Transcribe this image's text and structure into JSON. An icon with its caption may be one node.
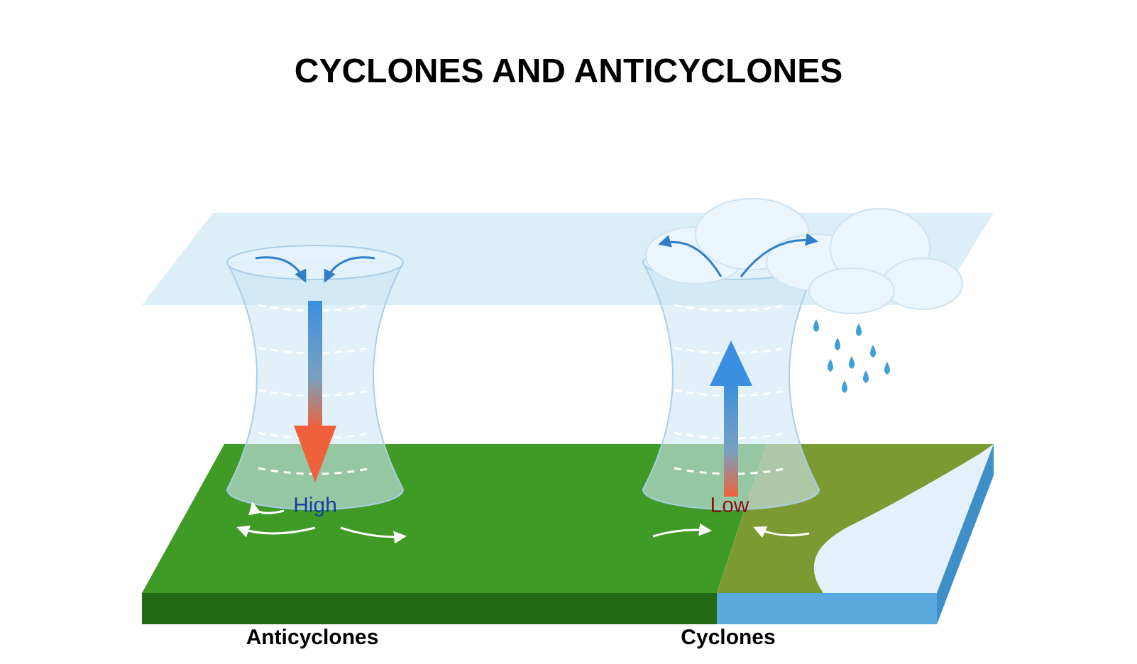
{
  "diagram": {
    "title": "CYCLONES AND ANTICYCLONES",
    "labels": [
      "High",
      "Low",
      "Anticyclones",
      "Cyclones"
    ]
  }
}
